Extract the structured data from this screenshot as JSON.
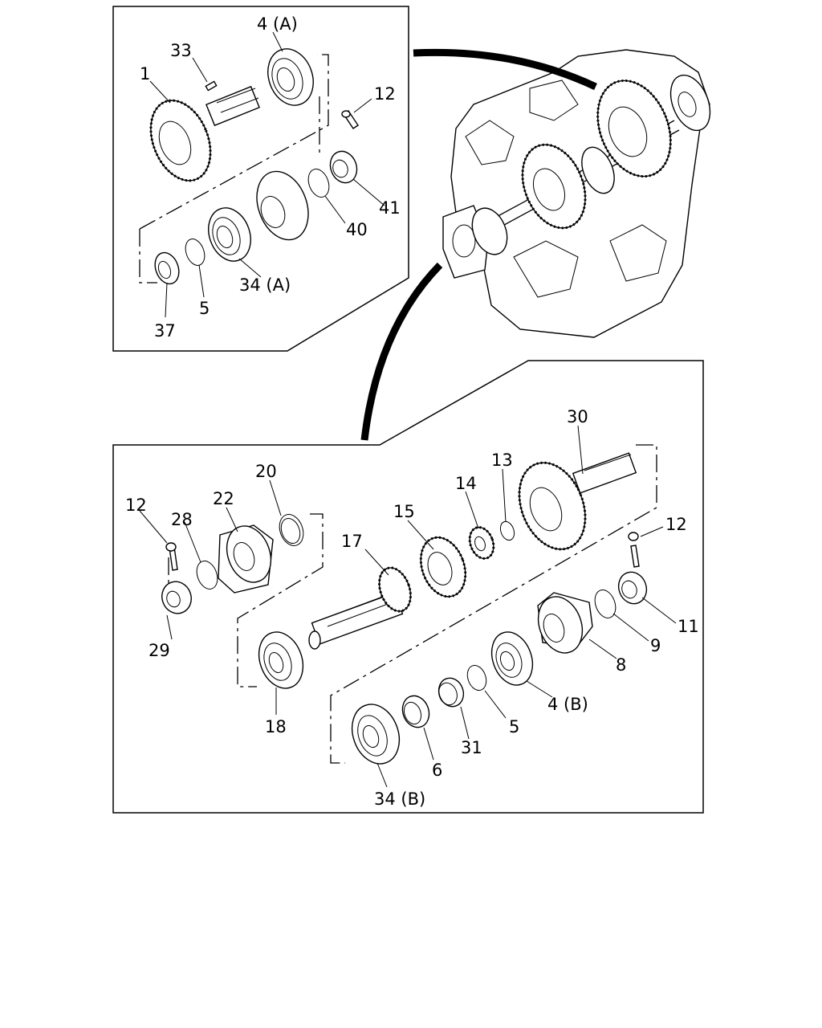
{
  "labels": {
    "upper": {
      "l1": "1",
      "l33": "33",
      "l4a": "4 (A)",
      "l12": "12",
      "l41": "41",
      "l40": "40",
      "l34a": "34 (A)",
      "l5": "5",
      "l37": "37"
    },
    "lower": {
      "l30": "30",
      "l13": "13",
      "l14": "14",
      "l15": "15",
      "l17": "17",
      "l20": "20",
      "l22": "22",
      "l28": "28",
      "l12a": "12",
      "l12b": "12",
      "l29": "29",
      "l11": "11",
      "l9": "9",
      "l8": "8",
      "l18": "18",
      "l4b": "4 (B)",
      "l5": "5",
      "l31": "31",
      "l6": "6",
      "l34b": "34 (B)"
    }
  }
}
